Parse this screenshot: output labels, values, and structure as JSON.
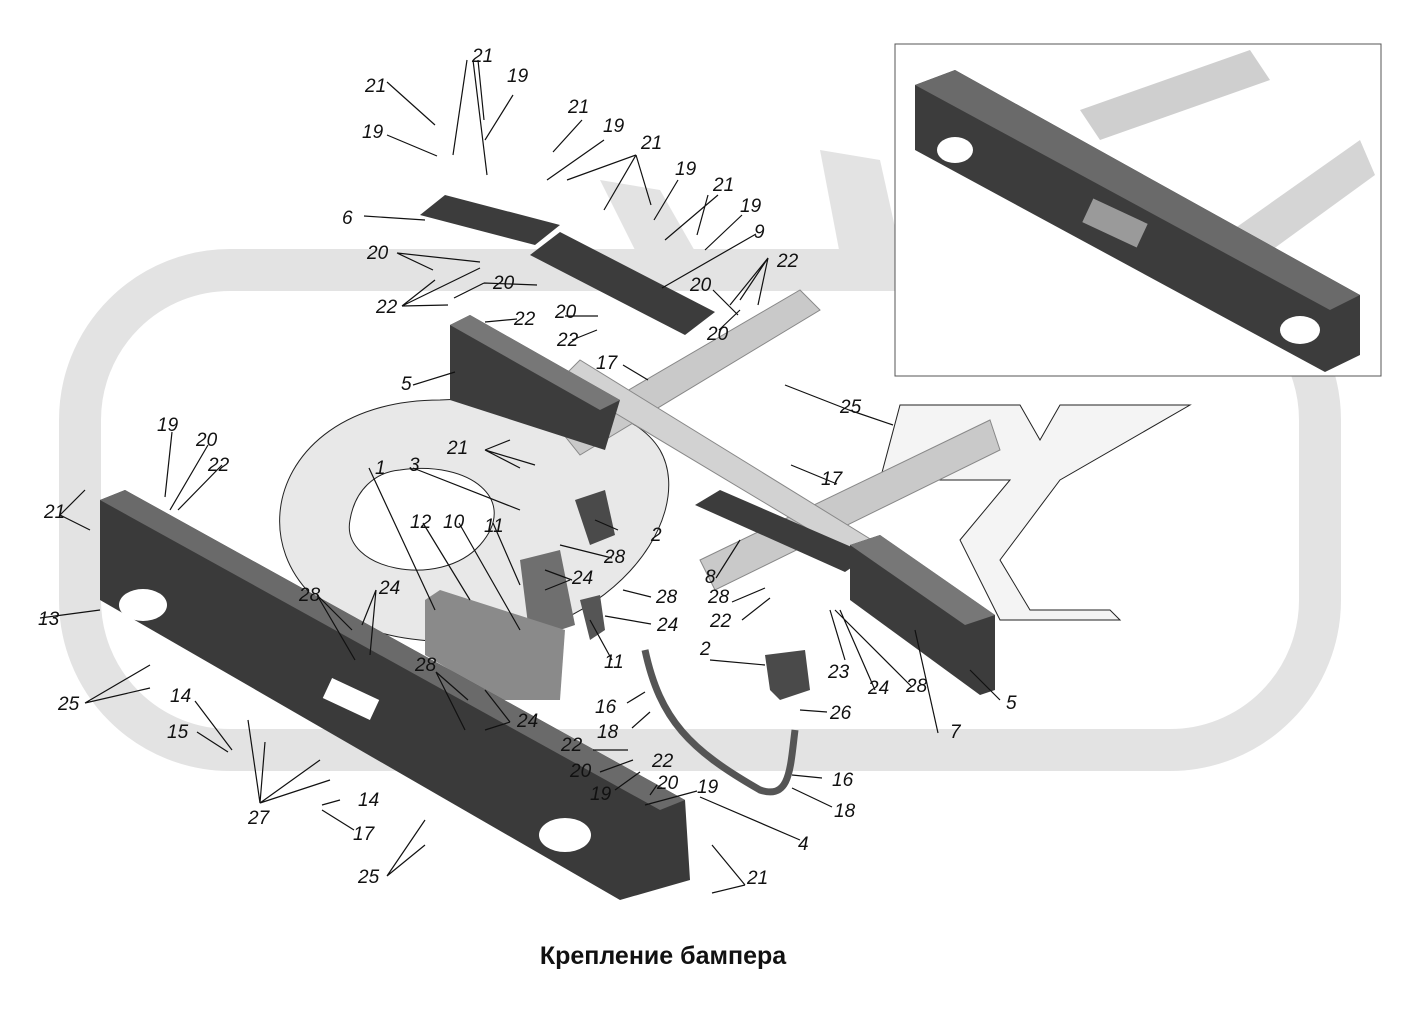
{
  "caption": "Крепление бампера",
  "watermark": {
    "text": "OZX",
    "color": "#e3e3e3"
  },
  "colors": {
    "part_dark": "#3c3c3c",
    "part_mid": "#8a8a8a",
    "frame_light": "#c9c9c9",
    "leader": "#111111"
  },
  "callouts": {
    "c1": "1",
    "c2a": "2",
    "c2b": "2",
    "c3": "3",
    "c4": "4",
    "c5a": "5",
    "c5b": "5",
    "c6": "6",
    "c7": "7",
    "c8": "8",
    "c9": "9",
    "c10": "10",
    "c11a": "11",
    "c11b": "11",
    "c12": "12",
    "c13": "13",
    "c14a": "14",
    "c14b": "14",
    "c15": "15",
    "c16a": "16",
    "c16b": "16",
    "c17a": "17",
    "c17b": "17",
    "c17c": "17",
    "c18a": "18",
    "c18b": "18",
    "c19a": "19",
    "c19b": "19",
    "c19c": "19",
    "c19d": "19",
    "c19e": "19",
    "c19f": "19",
    "c19g": "19",
    "c19h": "19",
    "c20a": "20",
    "c20b": "20",
    "c20c": "20",
    "c20d": "20",
    "c20e": "20",
    "c20f": "20",
    "c20g": "20",
    "c20h": "20",
    "c21a": "21",
    "c21b": "21",
    "c21c": "21",
    "c21d": "21",
    "c21e": "21",
    "c21f": "21",
    "c21g": "21",
    "c21h": "21",
    "c22a": "22",
    "c22b": "22",
    "c22c": "22",
    "c22d": "22",
    "c22e": "22",
    "c22f": "22",
    "c22g": "22",
    "c22h": "22",
    "c23": "23",
    "c24a": "24",
    "c24b": "24",
    "c24c": "24",
    "c24d": "24",
    "c24e": "24",
    "c25a": "25",
    "c25b": "25",
    "c25c": "25",
    "c26": "26",
    "c27": "27",
    "c28a": "28",
    "c28b": "28",
    "c28c": "28",
    "c28d": "28",
    "c28e": "28",
    "c28f": "28"
  }
}
